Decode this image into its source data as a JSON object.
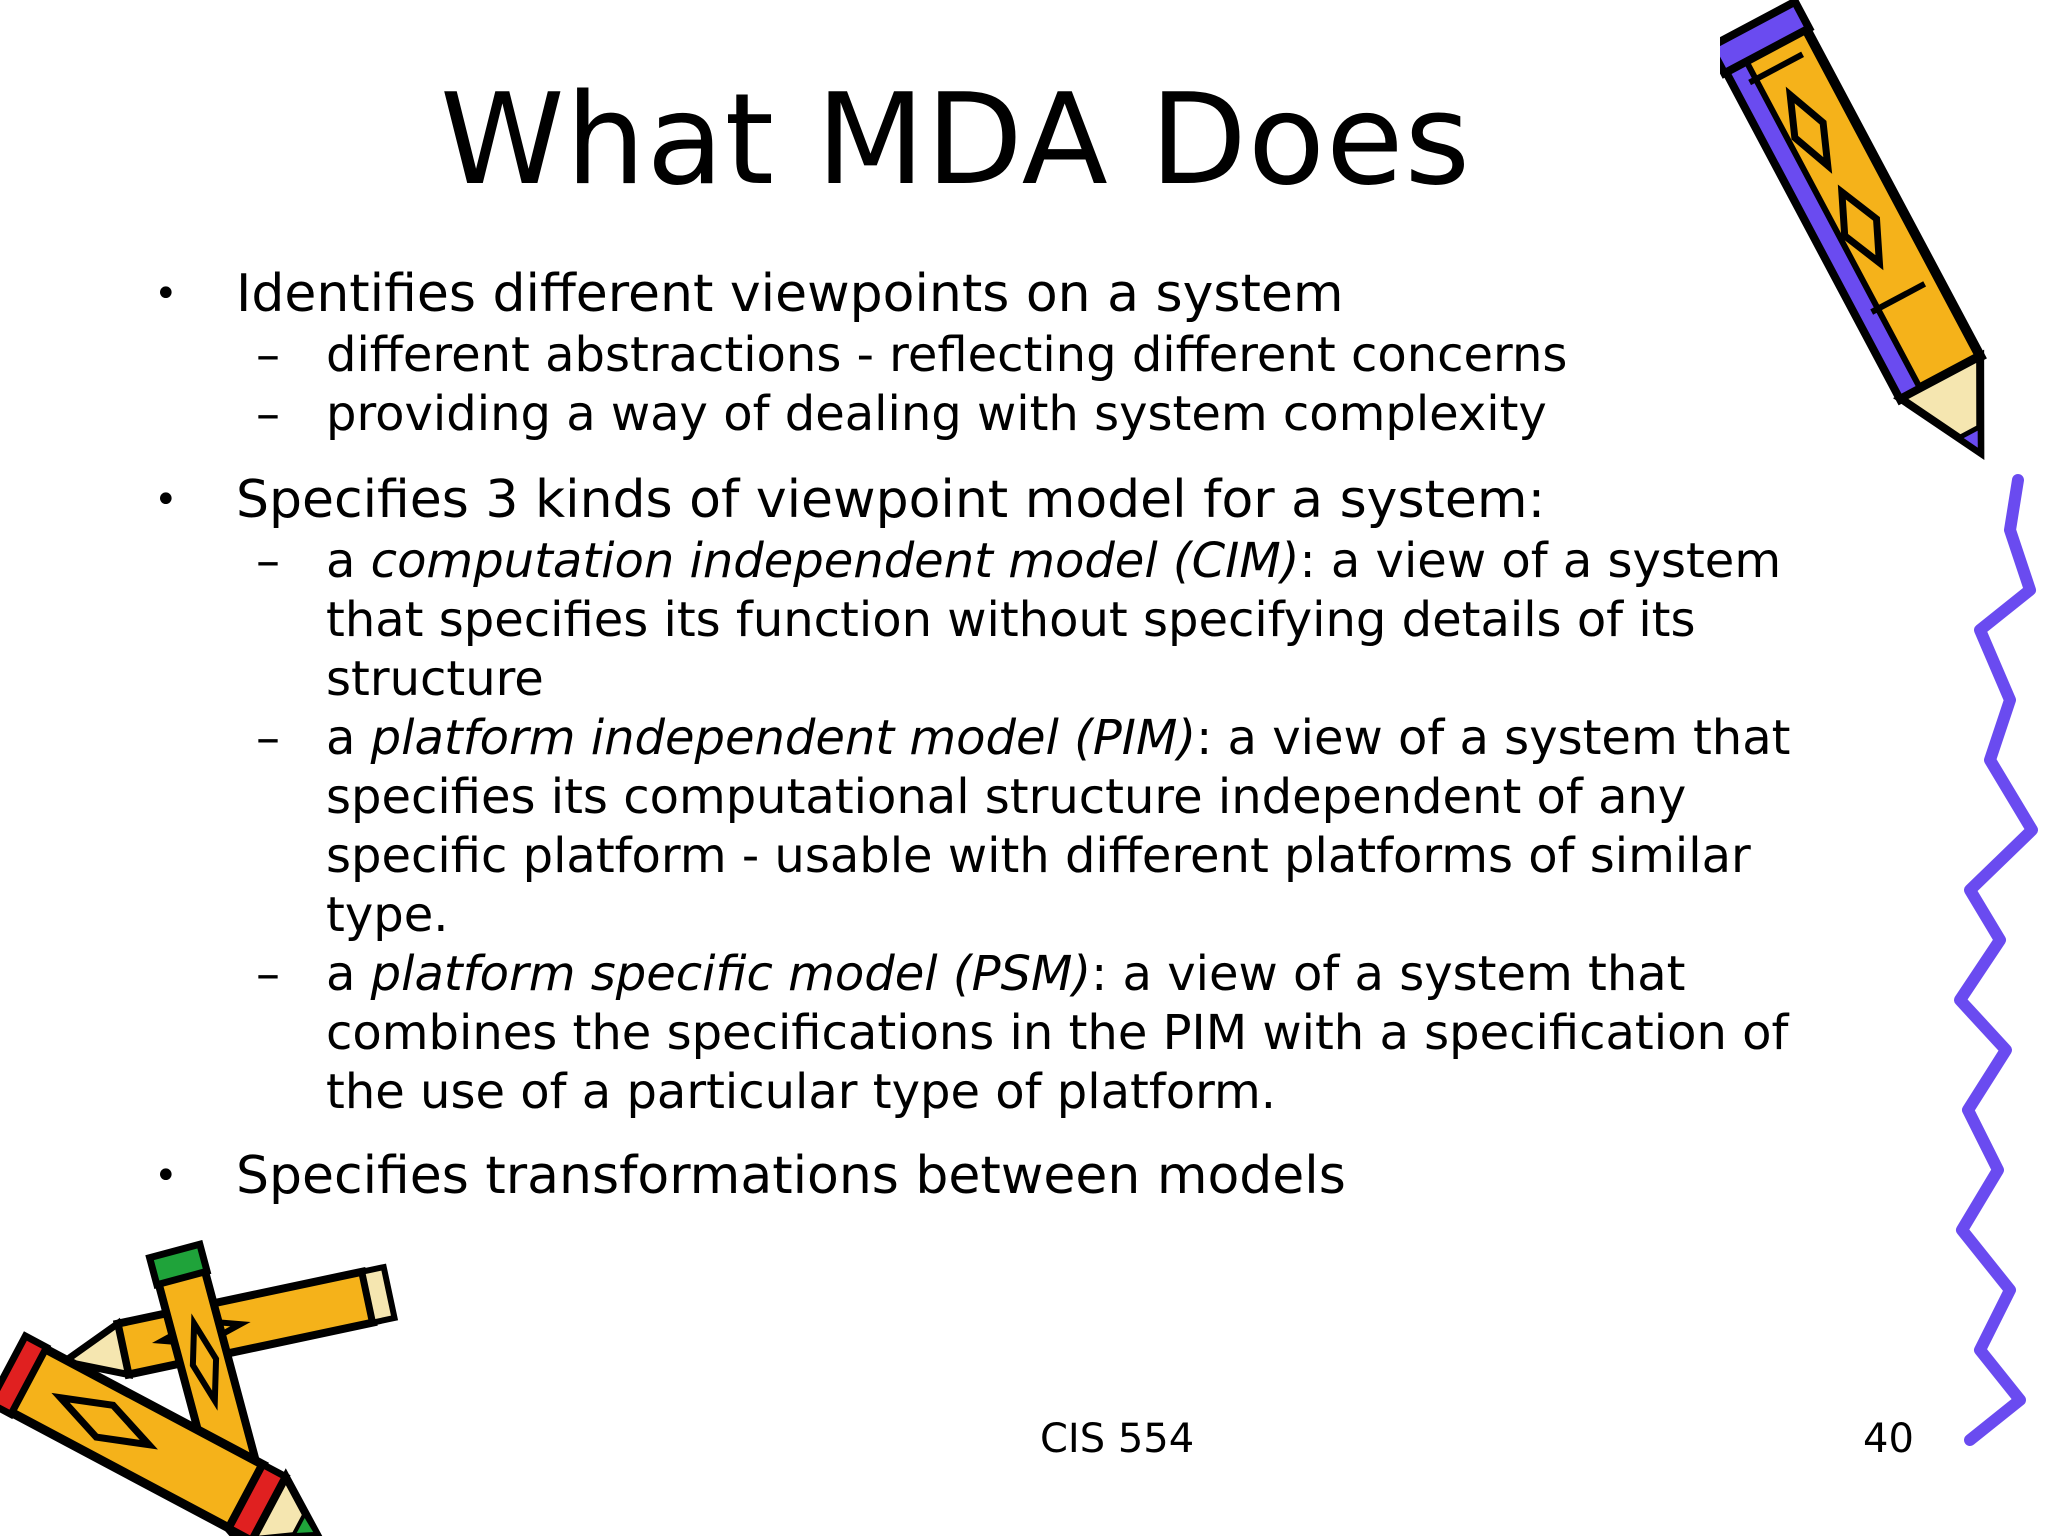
{
  "slide": {
    "title": "What MDA Does",
    "footer_center": "CIS 554",
    "page_number": "40",
    "bullets": [
      {
        "text": "Identifies different viewpoints on a system",
        "subs": [
          "different abstractions - reflecting different concerns",
          "providing a way of dealing with system complexity"
        ]
      },
      {
        "text": "Specifies 3 kinds of viewpoint model for a system:",
        "subs": [
          {
            "prefix": "a ",
            "term": "computation independent model (CIM)",
            "rest": ": a view of a system that  specifies its function without specifying details of its structure"
          },
          {
            "prefix": "a ",
            "term": "platform independent model (PIM)",
            "rest": ": a view of a system that specifies its computational structure independent of any specific platform - usable with different platforms of similar type."
          },
          {
            "prefix": "a ",
            "term": "platform specific model (PSM)",
            "rest": ": a view of a system that combines the specifications in the PIM with a specification of the use of a particular type of platform."
          }
        ]
      },
      {
        "text": "Specifies transformations between models",
        "subs": []
      }
    ],
    "bullet_glyph": "•",
    "dash_glyph": "–"
  },
  "clipart": {
    "pencil_top_right": "pencil-icon",
    "squiggle_right": "squiggle-line-icon",
    "pencils_bottom_left": "crossed-pencils-icon"
  },
  "colors": {
    "pencil_body": "#F5B21A",
    "pencil_purple": "#6A4BF0",
    "pencil_red": "#E02020",
    "pencil_green": "#1FA33A",
    "outline": "#000000"
  }
}
